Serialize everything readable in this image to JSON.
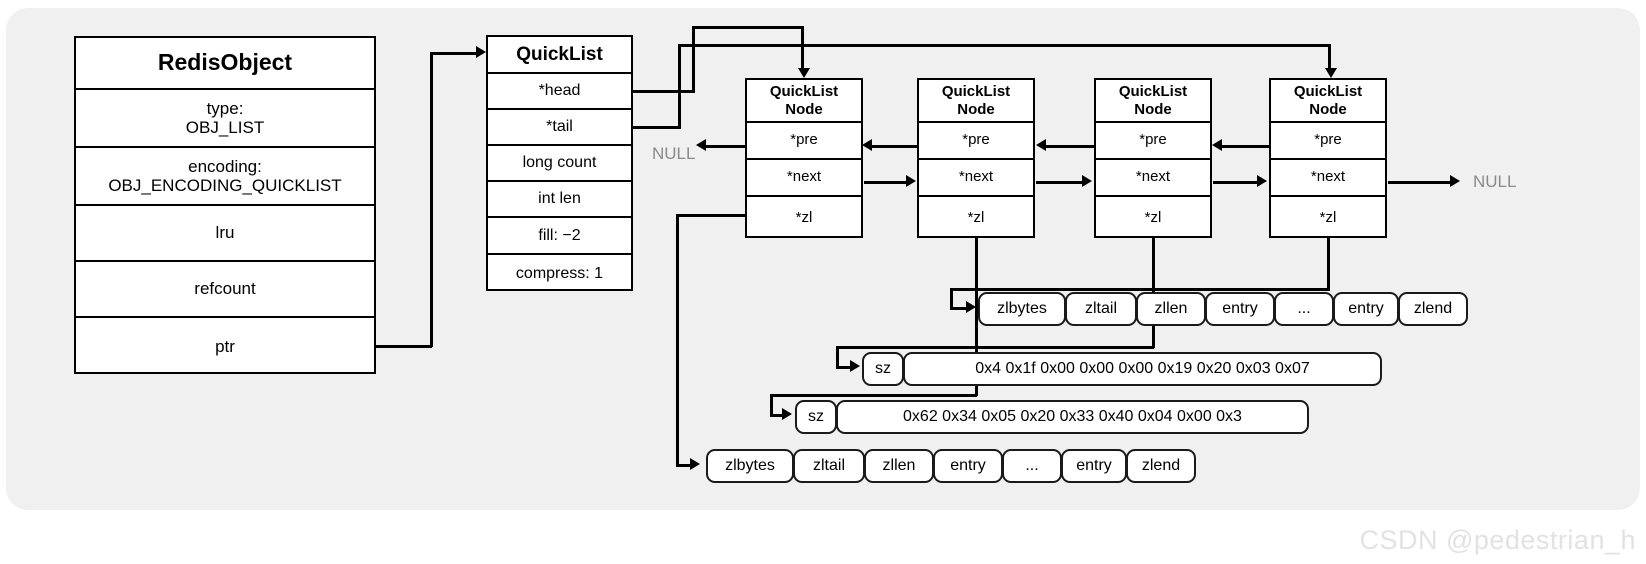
{
  "diagram": {
    "title": "Redis quicklist memory layout",
    "background": "#f0f0f0",
    "stroke": "#000000",
    "null_color": "#8a8a8a"
  },
  "redis_object": {
    "header": "RedisObject",
    "rows": [
      "type:\nOBJ_LIST",
      "encoding:\nOBJ_ENCODING_QUICKLIST",
      "lru",
      "refcount",
      "ptr"
    ]
  },
  "quicklist": {
    "header": "QuickList",
    "rows": [
      "*head",
      "*tail",
      "long count",
      "int len",
      "fill: −2",
      "compress: 1"
    ]
  },
  "quicklist_nodes": [
    {
      "header": "QuickList\nNode",
      "rows": [
        "*pre",
        "*next",
        "*zl"
      ]
    },
    {
      "header": "QuickList\nNode",
      "rows": [
        "*pre",
        "*next",
        "*zl"
      ]
    },
    {
      "header": "QuickList\nNode",
      "rows": [
        "*pre",
        "*next",
        "*zl"
      ]
    },
    {
      "header": "QuickList\nNode",
      "rows": [
        "*pre",
        "*next",
        "*zl"
      ]
    }
  ],
  "ziplists": [
    {
      "name": "ziplist-upper",
      "cells": [
        "zlbytes",
        "zltail",
        "zllen",
        "entry",
        "...",
        "entry",
        "zlend"
      ]
    },
    {
      "name": "ziplist-lower",
      "cells": [
        "zlbytes",
        "zltail",
        "zllen",
        "entry",
        "...",
        "entry",
        "zlend"
      ]
    }
  ],
  "sz_rows": [
    {
      "name": "sz-upper",
      "label": "sz",
      "bytes": "0x4 0x1f 0x00 0x00 0x00 0x19 0x20 0x03 0x07"
    },
    {
      "name": "sz-lower",
      "label": "sz",
      "bytes": "0x62 0x34 0x05 0x20 0x33 0x40 0x04 0x00 0x3"
    }
  ],
  "null_labels": [
    {
      "name": "null-head-pre",
      "text": "NULL"
    },
    {
      "name": "null-tail-next",
      "text": "NULL"
    }
  ],
  "watermark": "CSDN @pedestrian_h"
}
